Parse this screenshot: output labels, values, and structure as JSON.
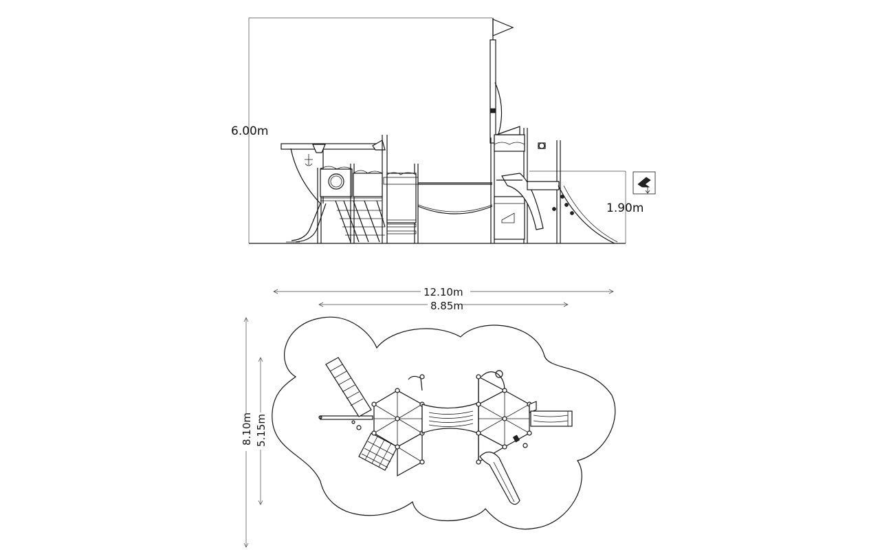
{
  "dimensions": {
    "total_height": "6.00m",
    "platform_height": "1.90m",
    "overall_length": "12.10m",
    "structure_length": "8.85m",
    "overall_width": "8.10m",
    "structure_width": "5.15m"
  },
  "icons": {
    "fall_height": "fall-height-icon"
  }
}
